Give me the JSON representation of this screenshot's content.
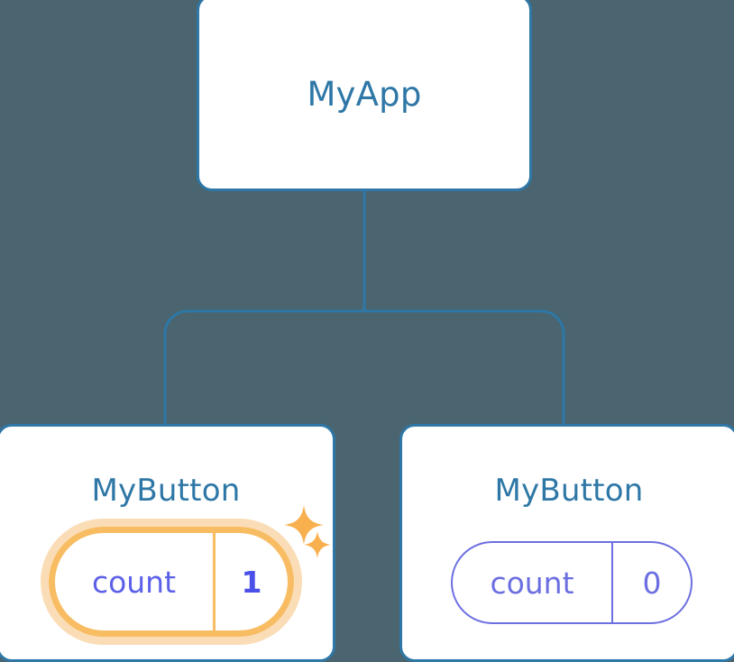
{
  "diagram": {
    "title": "component-tree",
    "background_color": "#4A6570",
    "edge_color": "#2E77A6"
  },
  "nodes": {
    "root": {
      "label": "MyApp",
      "text_color": "#2E77A6",
      "border_color": "#2E77A6",
      "background_color": "#FFFFFF"
    },
    "child_left": {
      "label": "MyButton",
      "text_color": "#2E77A6",
      "border_color": "#2E77A6",
      "background_color": "#FFFFFF",
      "state": {
        "key": "count",
        "value": "1",
        "highlighted": "true",
        "highlight_color": "#F8BC63",
        "glow_color": "#FADDB6",
        "key_color": "#5C61E8",
        "value_color": "#4A50E8"
      }
    },
    "child_right": {
      "label": "MyButton",
      "text_color": "#2E77A6",
      "border_color": "#2E77A6",
      "background_color": "#FFFFFF",
      "state": {
        "key": "count",
        "value": "0",
        "highlighted": "false",
        "border_color": "#6B6FE0",
        "key_color": "#6B6FE0",
        "value_color": "#6B6FE0"
      }
    }
  },
  "sparkles": {
    "color": "#F8B04F",
    "count": "2"
  }
}
